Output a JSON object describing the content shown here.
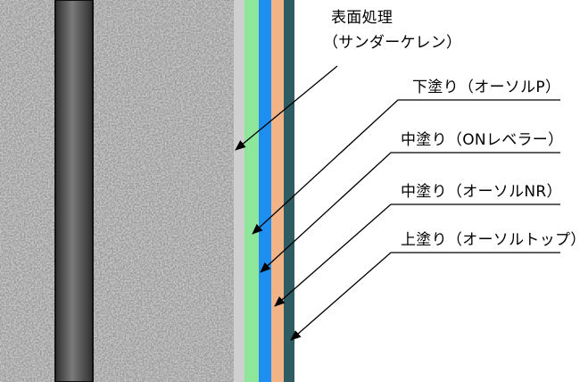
{
  "colors": {
    "background": "#ffffff",
    "concrete_base": "#9c9c9c",
    "rebar": "#5a5a5a",
    "surface_prep": "#cfcfcf",
    "primer": "#8de69a",
    "mid_coat_1": "#1e8ff0",
    "mid_coat_2": "#f2b487",
    "top_coat": "#2f5c63",
    "leader": "#000000"
  },
  "labels": {
    "surface_treatment": "表面処理",
    "surface_treatment_method": "（サンダーケレン）",
    "primer": "下塗り（オーソルP）",
    "mid_coat_on_leveler": "中塗り（ONレベラー）",
    "mid_coat_nr": "中塗り（オーソルNR）",
    "top_coat": "上塗り（オーソルトップ）"
  }
}
